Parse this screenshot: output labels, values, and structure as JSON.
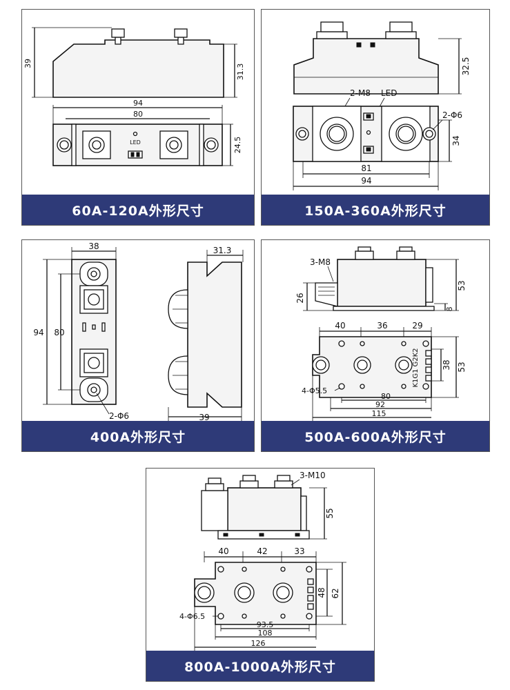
{
  "panels": [
    {
      "caption": "60A-120A外形尺寸",
      "dims": {
        "height": "39",
        "body_height": "31.3",
        "length": "94",
        "inner": "80",
        "width": "24.5"
      },
      "labels": {
        "led": "LED"
      }
    },
    {
      "caption": "150A-360A外形尺寸",
      "dims": {
        "height": "32.5",
        "inner": "81",
        "length": "94",
        "width": "34"
      },
      "labels": {
        "screw": "2-M8",
        "led": "LED",
        "hole": "2-Φ6"
      }
    },
    {
      "caption": "400A外形尺寸",
      "dims": {
        "width": "38",
        "length": "94",
        "inner": "80",
        "depth": "31.3",
        "base": "39"
      },
      "labels": {
        "hole": "2-Φ6"
      }
    },
    {
      "caption": "500A-600A外形尺寸",
      "dims": {
        "height": "53",
        "height2": "26",
        "foot": "8",
        "d1": "40",
        "d2": "36",
        "d3": "29",
        "inner_w": "38",
        "width": "53",
        "m1": "80",
        "m2": "92",
        "length": "115"
      },
      "labels": {
        "screw": "3-M8",
        "hole": "4-Φ5.5",
        "pins_a": "G2K2",
        "pins_b": "K1G1"
      }
    },
    {
      "caption": "800A-1000A外形尺寸",
      "dims": {
        "height": "55",
        "d1": "40",
        "d2": "42",
        "d3": "33",
        "inner_w": "48",
        "width": "62",
        "m1": "93.5",
        "m2": "108",
        "length": "126"
      },
      "labels": {
        "screw": "3-M10",
        "hole": "4-Φ6.5"
      }
    }
  ]
}
